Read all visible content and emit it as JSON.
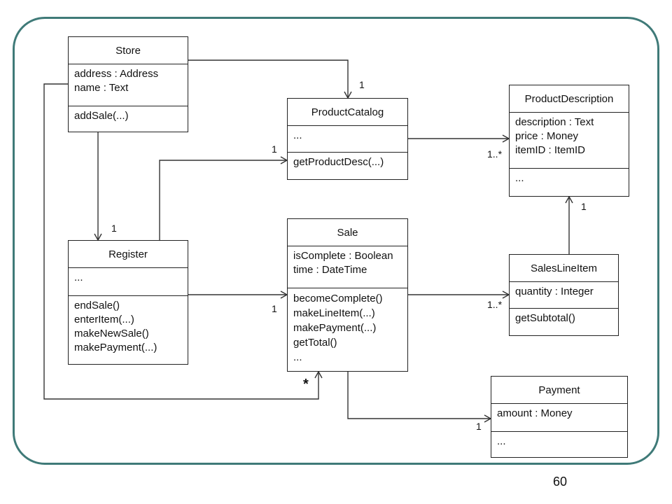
{
  "classes": {
    "store": {
      "name": "Store",
      "attributes": [
        "address : Address",
        "name : Text"
      ],
      "operations": [
        "addSale(...)"
      ]
    },
    "productcatalog": {
      "name": "ProductCatalog",
      "attributes": [
        "..."
      ],
      "operations": [
        "getProductDesc(...)"
      ]
    },
    "productdescription": {
      "name": "ProductDescription",
      "attributes": [
        "description : Text",
        "price : Money",
        "itemID : ItemID"
      ],
      "operations": [
        "..."
      ]
    },
    "register": {
      "name": "Register",
      "attributes": [
        "..."
      ],
      "operations": [
        "endSale()",
        "enterItem(...)",
        "makeNewSale()",
        "makePayment(...)"
      ]
    },
    "sale": {
      "name": "Sale",
      "attributes": [
        "isComplete : Boolean",
        "time : DateTime"
      ],
      "operations": [
        "becomeComplete()",
        "makeLineItem(...)",
        "makePayment(...)",
        "getTotal()",
        "..."
      ]
    },
    "saleslineitem": {
      "name": "SalesLineItem",
      "attributes": [
        "quantity : Integer"
      ],
      "operations": [
        "getSubtotal()"
      ]
    },
    "payment": {
      "name": "Payment",
      "attributes": [
        "amount : Money"
      ],
      "operations": [
        "..."
      ]
    }
  },
  "multiplicities": {
    "store_catalog": "1",
    "register_catalog": "1",
    "catalog_description": "1..*",
    "store_register": "1",
    "register_sale": "1",
    "sale_lineitem": "1..*",
    "lineitem_description": "1",
    "store_sale": "*",
    "sale_payment": "1"
  },
  "page_number": "60",
  "colors": {
    "frame": "#3f7a78",
    "lines": "#333333"
  }
}
